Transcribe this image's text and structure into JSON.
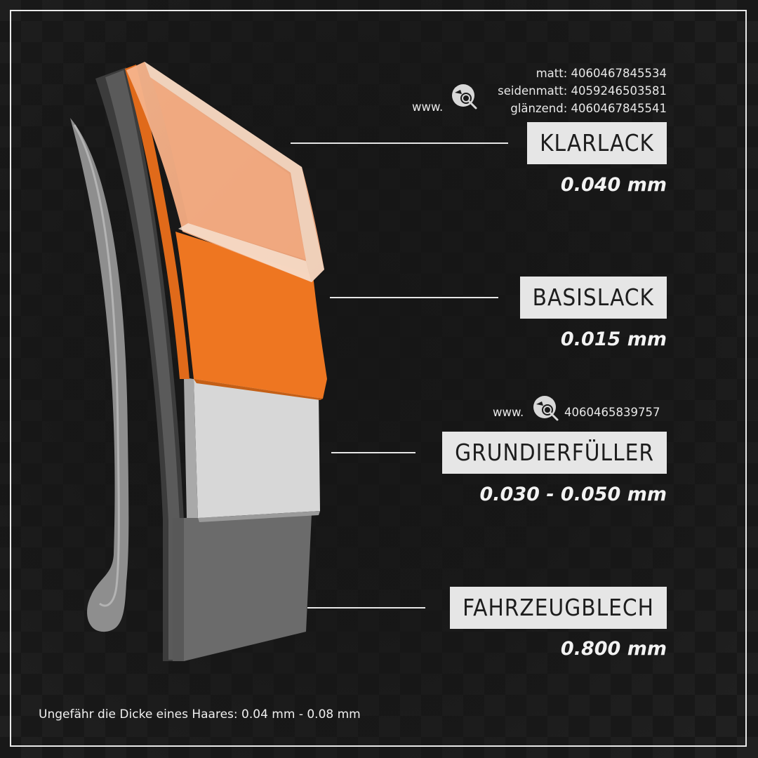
{
  "codes": {
    "matt": "matt: 4060467845534",
    "seidenmatt": "seidenmatt: 4059246503581",
    "glaenzend": "glänzend: 4060467845541",
    "www": "www.",
    "logo_icon": "search-car-logo-icon"
  },
  "layers": [
    {
      "label": "KLARLACK",
      "thickness": "0.040 mm",
      "color": "#f3a77a"
    },
    {
      "label": "BASISLACK",
      "thickness": "0.015 mm",
      "color": "#ed7622"
    },
    {
      "label": "GRUNDIERFÜLLER",
      "thickness": "0.030 - 0.050 mm",
      "color": "#d6d6d6"
    },
    {
      "label": "FAHRZEUGBLECH",
      "thickness": "0.800 mm",
      "color": "#6a6a6a"
    }
  ],
  "primer_code": {
    "www": "www.",
    "code": "4060465839757"
  },
  "hair_note": "Ungefähr die Dicke eines Haares:  0.04 mm - 0.08 mm"
}
